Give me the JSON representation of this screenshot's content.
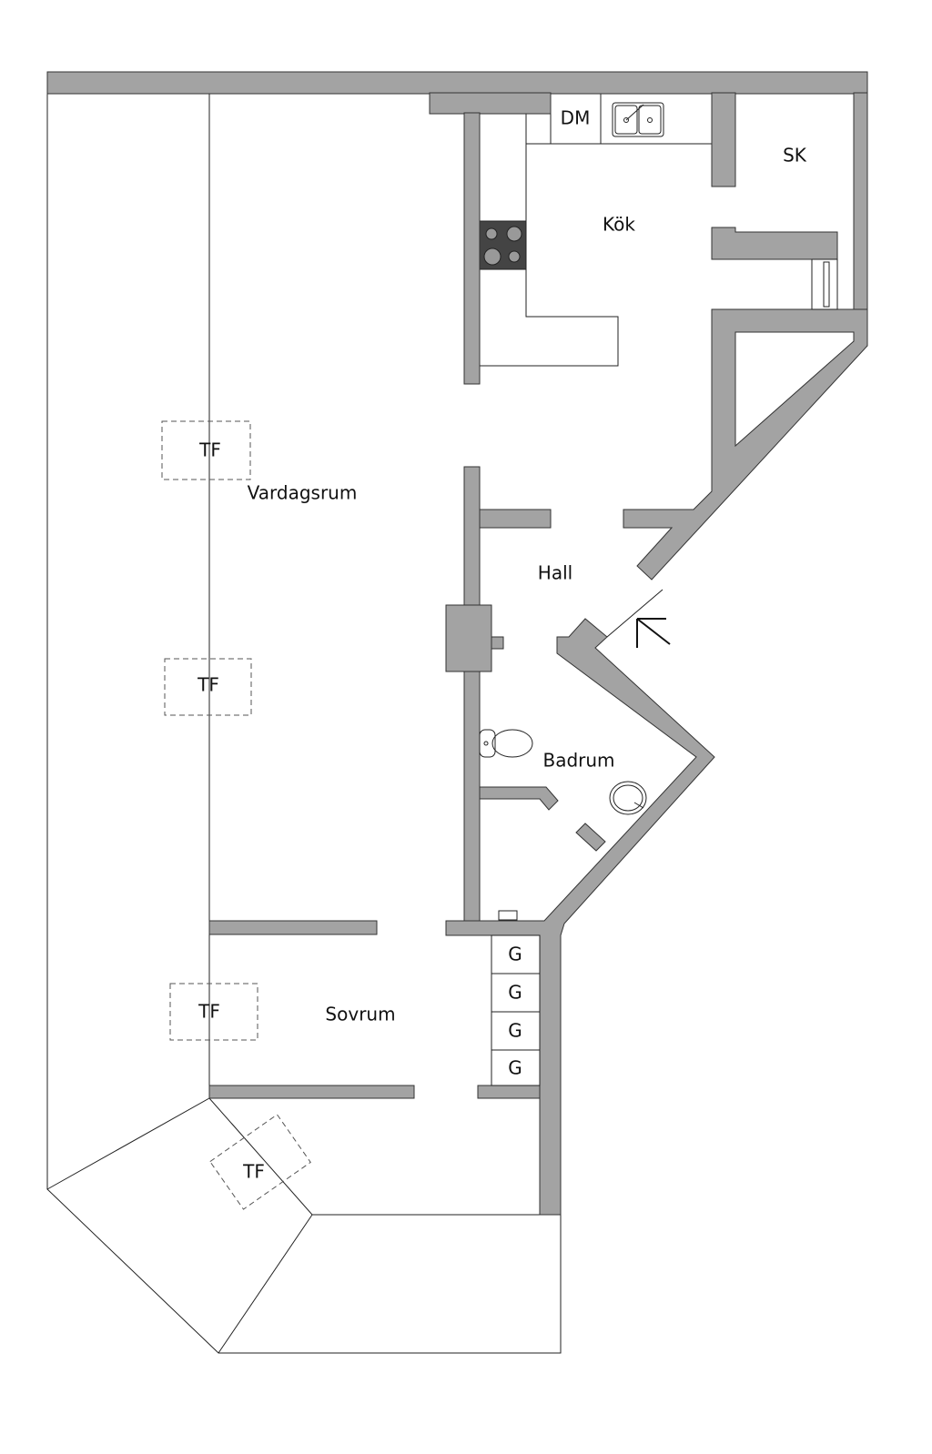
{
  "plan": {
    "rooms": {
      "dishwasher": "DM",
      "closet": "SK",
      "kitchen": "Kök",
      "living_room": "Vardagsrum",
      "hall": "Hall",
      "bathroom": "Badrum",
      "bedroom": "Sovrum"
    },
    "wardrobes": [
      "G",
      "G",
      "G",
      "G"
    ],
    "skylights": [
      "TF",
      "TF",
      "TF",
      "TF"
    ]
  },
  "colors": {
    "wall": "#a3a3a3",
    "stove": "#444444"
  }
}
